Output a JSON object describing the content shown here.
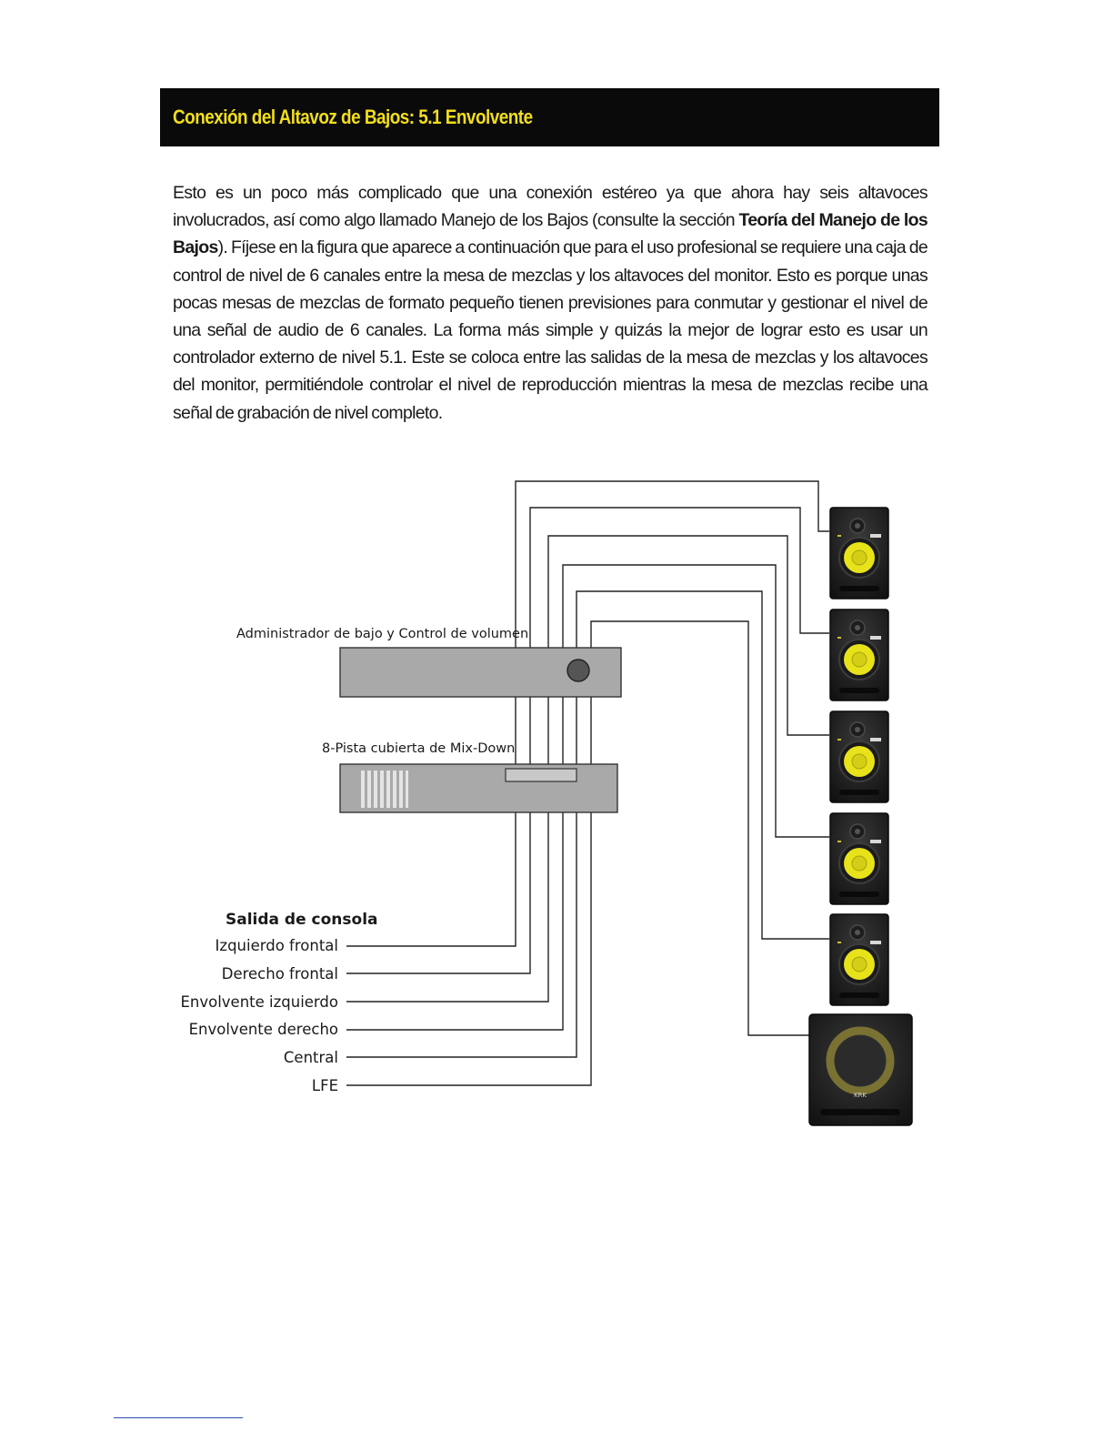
{
  "section": {
    "title": "Conexión del Altavoz de Bajos: 5.1 Envolvente"
  },
  "paragraph": {
    "part1": "Esto es un poco más complicado que una conexión estéreo ya que ahora hay seis altavoces involucrados, así como algo llamado Manejo de los Bajos (consulte la sección ",
    "link": "Teoría del Manejo de los Bajos",
    "part2": "). Fíjese en la figura que aparece a continuación que para el uso profesional se requiere una caja de control de nivel de 6 canales entre la mesa de mezclas y los altavoces del monitor. Esto es porque unas pocas mesas de mezclas de formato pequeño tienen previsiones para conmutar y gestionar el nivel de una señal de audio de 6 canales. La forma más simple y quizás la mejor de lograr esto es usar un controlador externo de nivel 5.1. Este se coloca entre las salidas de la mesa de mezclas y los altavoces del monitor, permitiéndole controlar el nivel de reproducción mientras la mesa de mezclas recibe una señal de grabación de nivel completo."
  },
  "diagram": {
    "bass_manager_label": "Administrador de bajo y Control de volumen",
    "mixdown_label": "8-Pista cubierta de Mix-Down",
    "console_heading": "Salida de consola",
    "console_outputs": [
      "Izquierdo frontal",
      "Derecho frontal",
      "Envolvente izquierdo",
      "Envolvente derecho",
      "Central",
      "LFE"
    ],
    "subwoofer_badge": "KRK"
  },
  "colors": {
    "header_bg": "#0a0a0a",
    "header_text": "#f2de1a",
    "woofer_yellow": "#e8e21a",
    "device_gray": "#a9a9a9",
    "cable": "#222222"
  }
}
